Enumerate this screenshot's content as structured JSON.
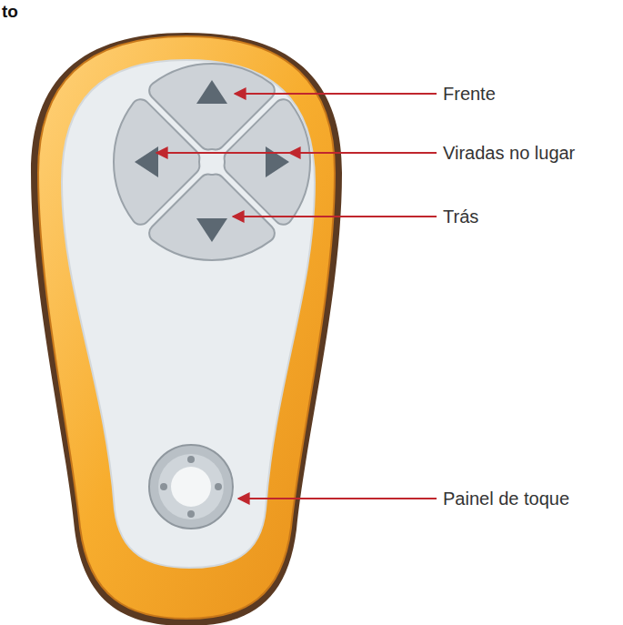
{
  "diagram": {
    "labels": [
      "to",
      "Frente",
      "Viradas no lugar",
      "Trás",
      "Painel de toque"
    ]
  }
}
